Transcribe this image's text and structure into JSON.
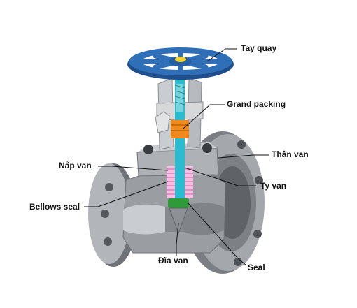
{
  "labels": {
    "tay_quay": "Tay quay",
    "grand_packing": "Grand packing",
    "than_van": "Thân van",
    "nap_van": "Nắp van",
    "ty_van": "Ty van",
    "bellows_seal": "Bellows seal",
    "dia_van": "Đĩa van",
    "seal": "Seal"
  },
  "colors": {
    "handwheel": "#2f6fb8",
    "handwheel_dark": "#1f4f8e",
    "body": "#9a9ea3",
    "body_dark": "#6f7378",
    "body_light": "#c9ccd0",
    "stem": "#2bbcd0",
    "packing": "#f08a1c",
    "bellows": "#e58ec6",
    "disc": "#2f9a3a",
    "yoke": "#d8d8d8",
    "label": "#111111"
  }
}
